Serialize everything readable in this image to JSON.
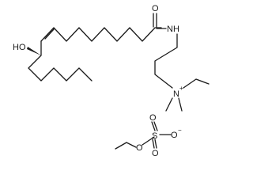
{
  "molecule": {
    "atoms": {
      "oxygen_carbonyl": "O",
      "amide": "NH",
      "hydroxyl": "HO",
      "ammonium_n": "N",
      "ammonium_charge": "+",
      "sulfur": "S",
      "ester_oxygen": "O",
      "sulfate_oxygen_top": "O",
      "sulfate_oxygen_bottom": "O",
      "sulfate_oxygen_anion": "O",
      "anion_charge": "−"
    }
  }
}
